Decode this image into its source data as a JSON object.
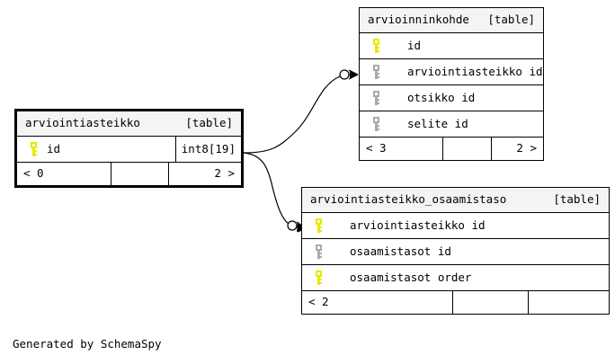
{
  "diagram": {
    "generator_text": "Generated by SchemaSpy",
    "table_tag": "[table]",
    "colors": {
      "primary_key": "#e8e800",
      "foreign_key": "#aaaaaa",
      "header_bg": "#f4f4f4",
      "border": "#000000",
      "background": "#ffffff"
    }
  },
  "entities": [
    {
      "id": "arviointiasteikko",
      "name": "arviointiasteikko",
      "tag": "[table]",
      "focused": true,
      "columns": [
        {
          "key_icon": "primary-key-icon",
          "key_type": "primary",
          "name": "id",
          "type": "int8[19]"
        }
      ],
      "footer": {
        "left": "< 0",
        "middle": "",
        "right": "2 >"
      }
    },
    {
      "id": "arvioinninkohde",
      "name": "arvioinninkohde",
      "tag": "[table]",
      "focused": false,
      "columns": [
        {
          "key_icon": "primary-key-icon",
          "key_type": "primary",
          "name": "id",
          "type": ""
        },
        {
          "key_icon": "foreign-key-icon",
          "key_type": "foreign",
          "name": "arviointiasteikko_id",
          "type": ""
        },
        {
          "key_icon": "foreign-key-icon",
          "key_type": "foreign",
          "name": "otsikko_id",
          "type": ""
        },
        {
          "key_icon": "foreign-key-icon",
          "key_type": "foreign",
          "name": "selite_id",
          "type": ""
        }
      ],
      "footer": {
        "left": "< 3",
        "middle": "",
        "right": "2 >"
      }
    },
    {
      "id": "arviointiasteikko_osaamistaso",
      "name": "arviointiasteikko_osaamistaso",
      "tag": "[table]",
      "focused": false,
      "columns": [
        {
          "key_icon": "primary-key-icon",
          "key_type": "primary",
          "name": "arviointiasteikko_id",
          "type": ""
        },
        {
          "key_icon": "foreign-key-icon",
          "key_type": "foreign",
          "name": "osaamistasot_id",
          "type": ""
        },
        {
          "key_icon": "primary-key-icon",
          "key_type": "primary",
          "name": "osaamistasot_order",
          "type": ""
        }
      ],
      "footer": {
        "left": "< 2",
        "middle": "",
        "right": ""
      }
    }
  ],
  "relationships": [
    {
      "id": "rel-arvioinninkohde",
      "from": "arviointiasteikko",
      "to": "arvioinninkohde",
      "from_cardinality": "one",
      "to_cardinality": "zero-or-many"
    },
    {
      "id": "rel-osaamistaso",
      "from": "arviointiasteikko",
      "to": "arviointiasteikko_osaamistaso",
      "from_cardinality": "one",
      "to_cardinality": "zero-or-many"
    }
  ]
}
